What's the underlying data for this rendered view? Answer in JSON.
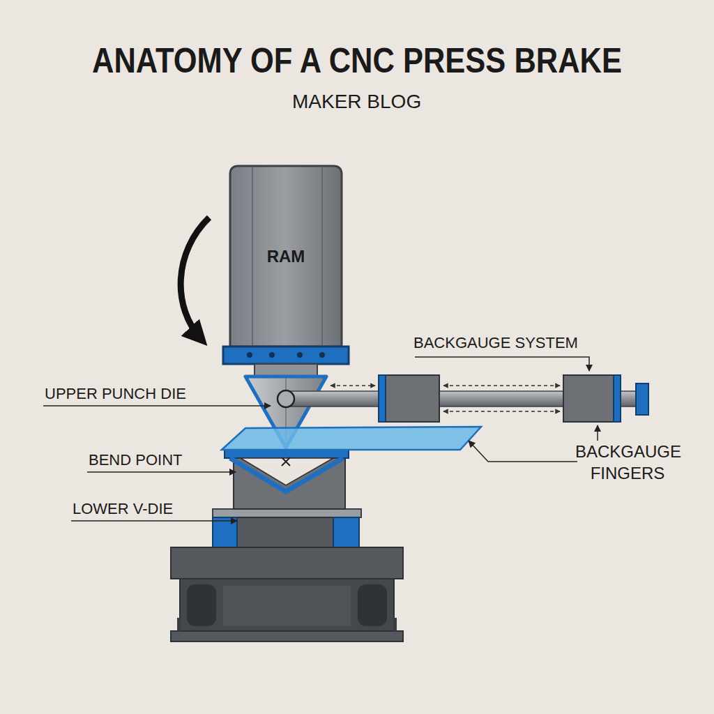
{
  "diagram": {
    "title": "ANATOMY OF A CNC PRESS BRAKE",
    "nodes": [
      {
        "text": [
          "RAM"
        ]
      }
    ],
    "labels": [
      "MAKER BLOG",
      "BACKGAUGE SYSTEM",
      "UPPER PUNCH DIE",
      "BEND POINT",
      "LOWER V-DIE",
      "BACKGAUGE FINGERS"
    ]
  }
}
